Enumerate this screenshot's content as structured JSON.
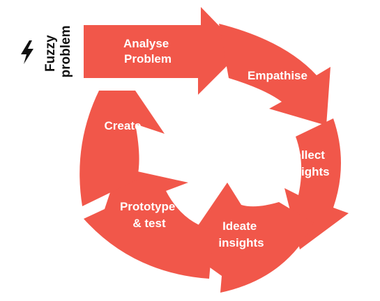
{
  "diagram": {
    "accent_color": "#f1574a",
    "text_color": "#ffffff",
    "start_label": {
      "line1": "Fuzzy",
      "line2": "problem",
      "icon": "lightning-bolt-icon"
    },
    "stages": [
      {
        "id": "analyse",
        "line1": "Analyse",
        "line2": "Problem"
      },
      {
        "id": "empathise",
        "line1": "Empathise",
        "line2": ""
      },
      {
        "id": "collect",
        "line1": "Collect",
        "line2": "insights"
      },
      {
        "id": "ideate",
        "line1": "Ideate",
        "line2": "insights"
      },
      {
        "id": "prototype",
        "line1": "Prototype",
        "line2": "& test"
      },
      {
        "id": "create",
        "line1": "Create",
        "line2": ""
      }
    ]
  }
}
